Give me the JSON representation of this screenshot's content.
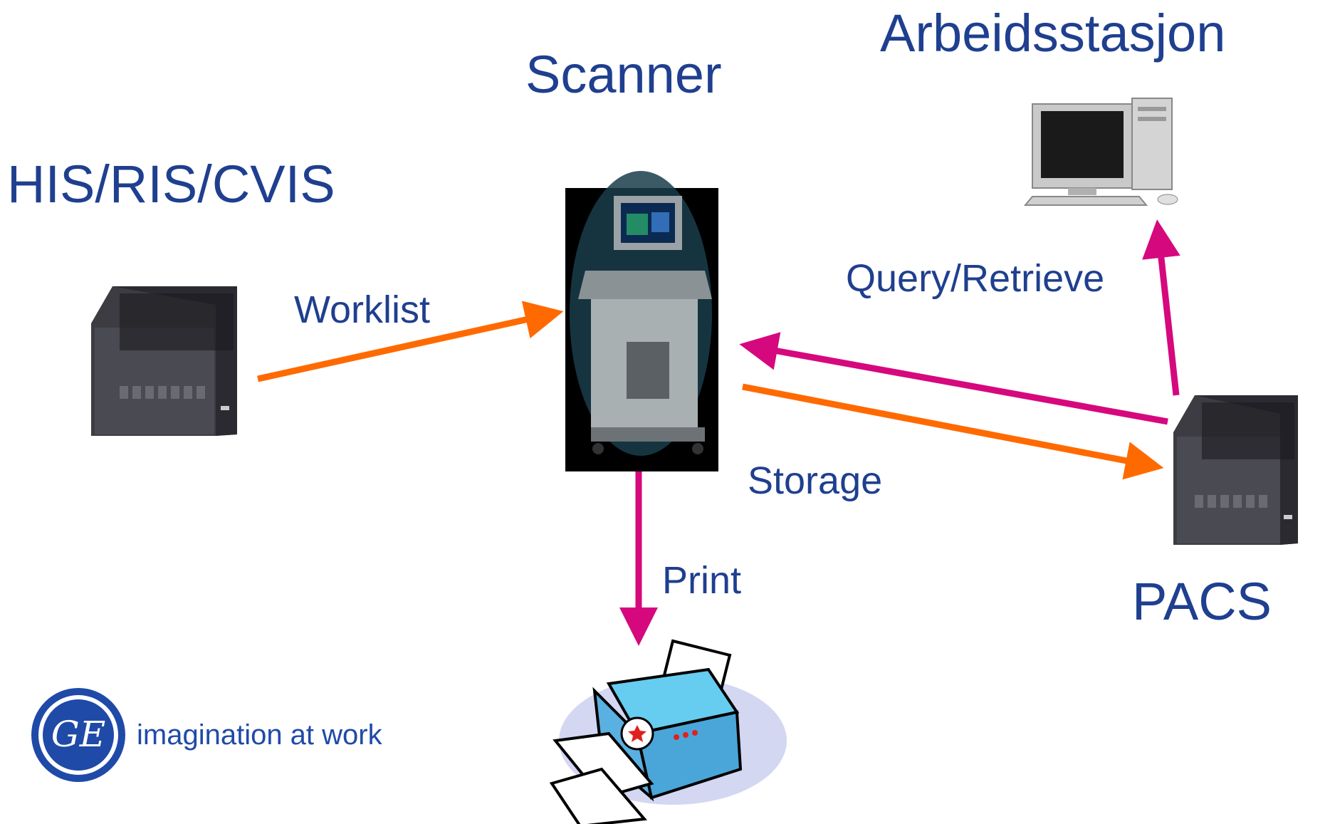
{
  "nodes": {
    "his": {
      "label": "HIS/RIS/CVIS",
      "icon": "server-icon"
    },
    "scanner": {
      "label": "Scanner",
      "icon": "ultrasound-scanner-icon"
    },
    "workstation": {
      "label": "Arbeidsstasjon",
      "icon": "desktop-computer-icon"
    },
    "pacs": {
      "label": "PACS",
      "icon": "server-icon"
    },
    "printer": {
      "icon": "printer-icon"
    }
  },
  "edges": {
    "worklist": {
      "label": "Worklist",
      "color": "#ff6a00",
      "from": "HIS/RIS/CVIS",
      "to": "Scanner"
    },
    "storage": {
      "label": "Storage",
      "color": "#ff6a00",
      "from": "Scanner",
      "to": "PACS"
    },
    "retrieve": {
      "color": "#d6087e",
      "from": "PACS",
      "to": "Scanner"
    },
    "query": {
      "label": "Query/Retrieve",
      "color": "#d6087e",
      "from": "PACS",
      "to": "Arbeidsstasjon"
    },
    "print": {
      "label": "Print",
      "color": "#d6087e",
      "from": "Scanner",
      "to": "Printer"
    }
  },
  "logo": {
    "text": "imagination at work",
    "mark": "GE",
    "color": "#1f4aa8"
  }
}
